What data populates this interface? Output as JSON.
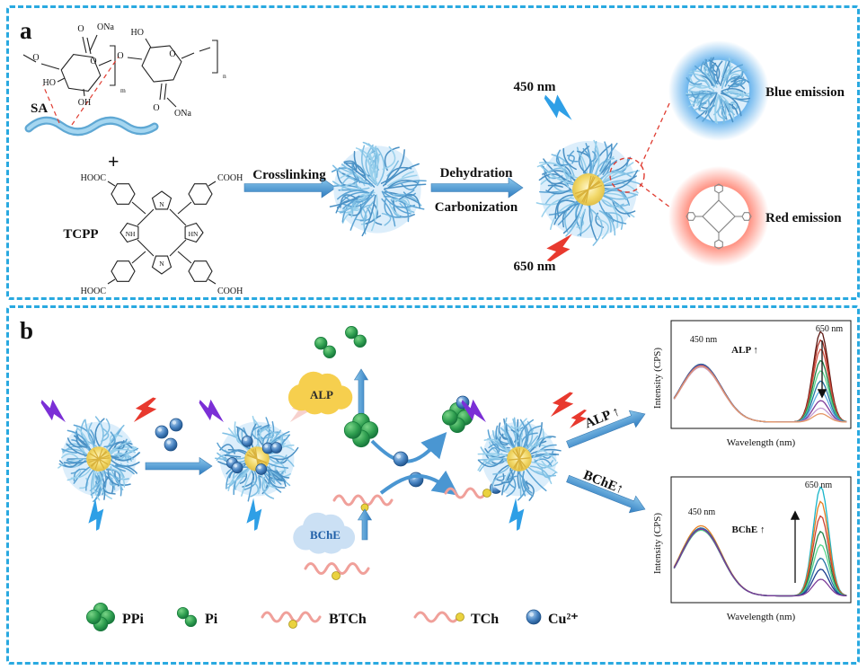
{
  "figure": {
    "panel_a_tag": "a",
    "panel_b_tag": "b"
  },
  "colors": {
    "panel_border": "#29a9e0",
    "particle_blue": "#5ba3d4",
    "core_yellow": "#f3d964",
    "bolt_blue": "#2e9fe6",
    "bolt_red": "#e8392e",
    "bolt_purple": "#7b2fd6",
    "arrow_blue": "#4a96d2",
    "clover_green": "#2e9e4f",
    "wave_pink": "#f0a09a",
    "thiol_yellow": "#ead23f",
    "cu_sphere": "#2f6cb0",
    "alp_cloud": "#f6cf4e",
    "bche_cloud": "#cbe0f4",
    "blue_glow": "#4aa8e8",
    "red_glow": "#ff5a45"
  },
  "panel_a": {
    "sa_label": "SA",
    "plus": "+",
    "tcpp_label": "TCPP",
    "sa_structure": {
      "o_chain": "O",
      "o_dbl1": "O",
      "ona1": "ONa",
      "ho1": "HO",
      "oh1": "OH",
      "o_ring1": "O",
      "o_bridge": "O",
      "sub_m": "m",
      "ho2": "HO",
      "o_ring2": "O",
      "o_dbl2": "O",
      "ona2": "ONa",
      "sub_n": "n"
    },
    "tcpp_structure": {
      "cooh_tl": "HOOC",
      "cooh_tr": "COOH",
      "cooh_bl": "HOOC",
      "cooh_br": "COOH",
      "n_top": "N",
      "nh_left": "NH",
      "hn_right": "HN",
      "n_bottom": "N"
    },
    "arrow_crosslinking": "Crosslinking",
    "arrow_dehydration": "Dehydration",
    "arrow_carbonization": "Carbonization",
    "excitation_450": "450 nm",
    "emission_650": "650 nm",
    "blue_emission_label": "Blue emission",
    "red_emission_label": "Red emission"
  },
  "panel_b": {
    "alp_cloud_label": "ALP",
    "bche_cloud_label": "BChE",
    "alp_arrow_label": "ALP ↑",
    "bche_arrow_label": "BChE↑",
    "legend": {
      "ppi": "PPi",
      "pi": "Pi",
      "btch": "BTCh",
      "tch": "TCh",
      "cu": "Cu²⁺"
    }
  },
  "chart_data": [
    {
      "type": "line",
      "name": "ALP response spectra",
      "xlabel": "Wavelength (nm)",
      "ylabel": "Intensity (CPS)",
      "x_range": [
        400,
        700
      ],
      "annotations": {
        "peak_left": "450 nm",
        "enzyme": "ALP ↑",
        "peak_right": "650 nm",
        "trend_at_650": "down"
      },
      "series": [
        {
          "color": "#5a1510",
          "a450": 0.6,
          "a650": 0.97
        },
        {
          "color": "#a93226",
          "a450": 0.62,
          "a650": 0.88
        },
        {
          "color": "#d35445",
          "a450": 0.59,
          "a650": 0.78
        },
        {
          "color": "#1e8449",
          "a450": 0.61,
          "a650": 0.66
        },
        {
          "color": "#58d68d",
          "a450": 0.6,
          "a650": 0.55
        },
        {
          "color": "#2874a6",
          "a450": 0.62,
          "a650": 0.44
        },
        {
          "color": "#5dade2",
          "a450": 0.6,
          "a650": 0.33
        },
        {
          "color": "#7d3c98",
          "a450": 0.61,
          "a650": 0.23
        },
        {
          "color": "#c39bd3",
          "a450": 0.59,
          "a650": 0.15
        },
        {
          "color": "#e59866",
          "a450": 0.6,
          "a650": 0.09
        }
      ]
    },
    {
      "type": "line",
      "name": "BChE response spectra",
      "xlabel": "Wavelength (nm)",
      "ylabel": "Intensity (CPS)",
      "x_range": [
        400,
        700
      ],
      "annotations": {
        "peak_left": "450 nm",
        "enzyme": "BChE ↑",
        "peak_right": "650 nm",
        "trend_at_650": "up"
      },
      "series": [
        {
          "color": "#19b5c9",
          "a450": 0.6,
          "a650": 0.98
        },
        {
          "color": "#e67e22",
          "a450": 0.63,
          "a650": 0.85
        },
        {
          "color": "#cb4335",
          "a450": 0.6,
          "a650": 0.72
        },
        {
          "color": "#1e8449",
          "a450": 0.61,
          "a650": 0.58
        },
        {
          "color": "#58d68d",
          "a450": 0.59,
          "a650": 0.46
        },
        {
          "color": "#2874a6",
          "a450": 0.61,
          "a650": 0.34
        },
        {
          "color": "#1b3a8c",
          "a450": 0.6,
          "a650": 0.24
        },
        {
          "color": "#7d3c98",
          "a450": 0.6,
          "a650": 0.15
        }
      ]
    }
  ]
}
